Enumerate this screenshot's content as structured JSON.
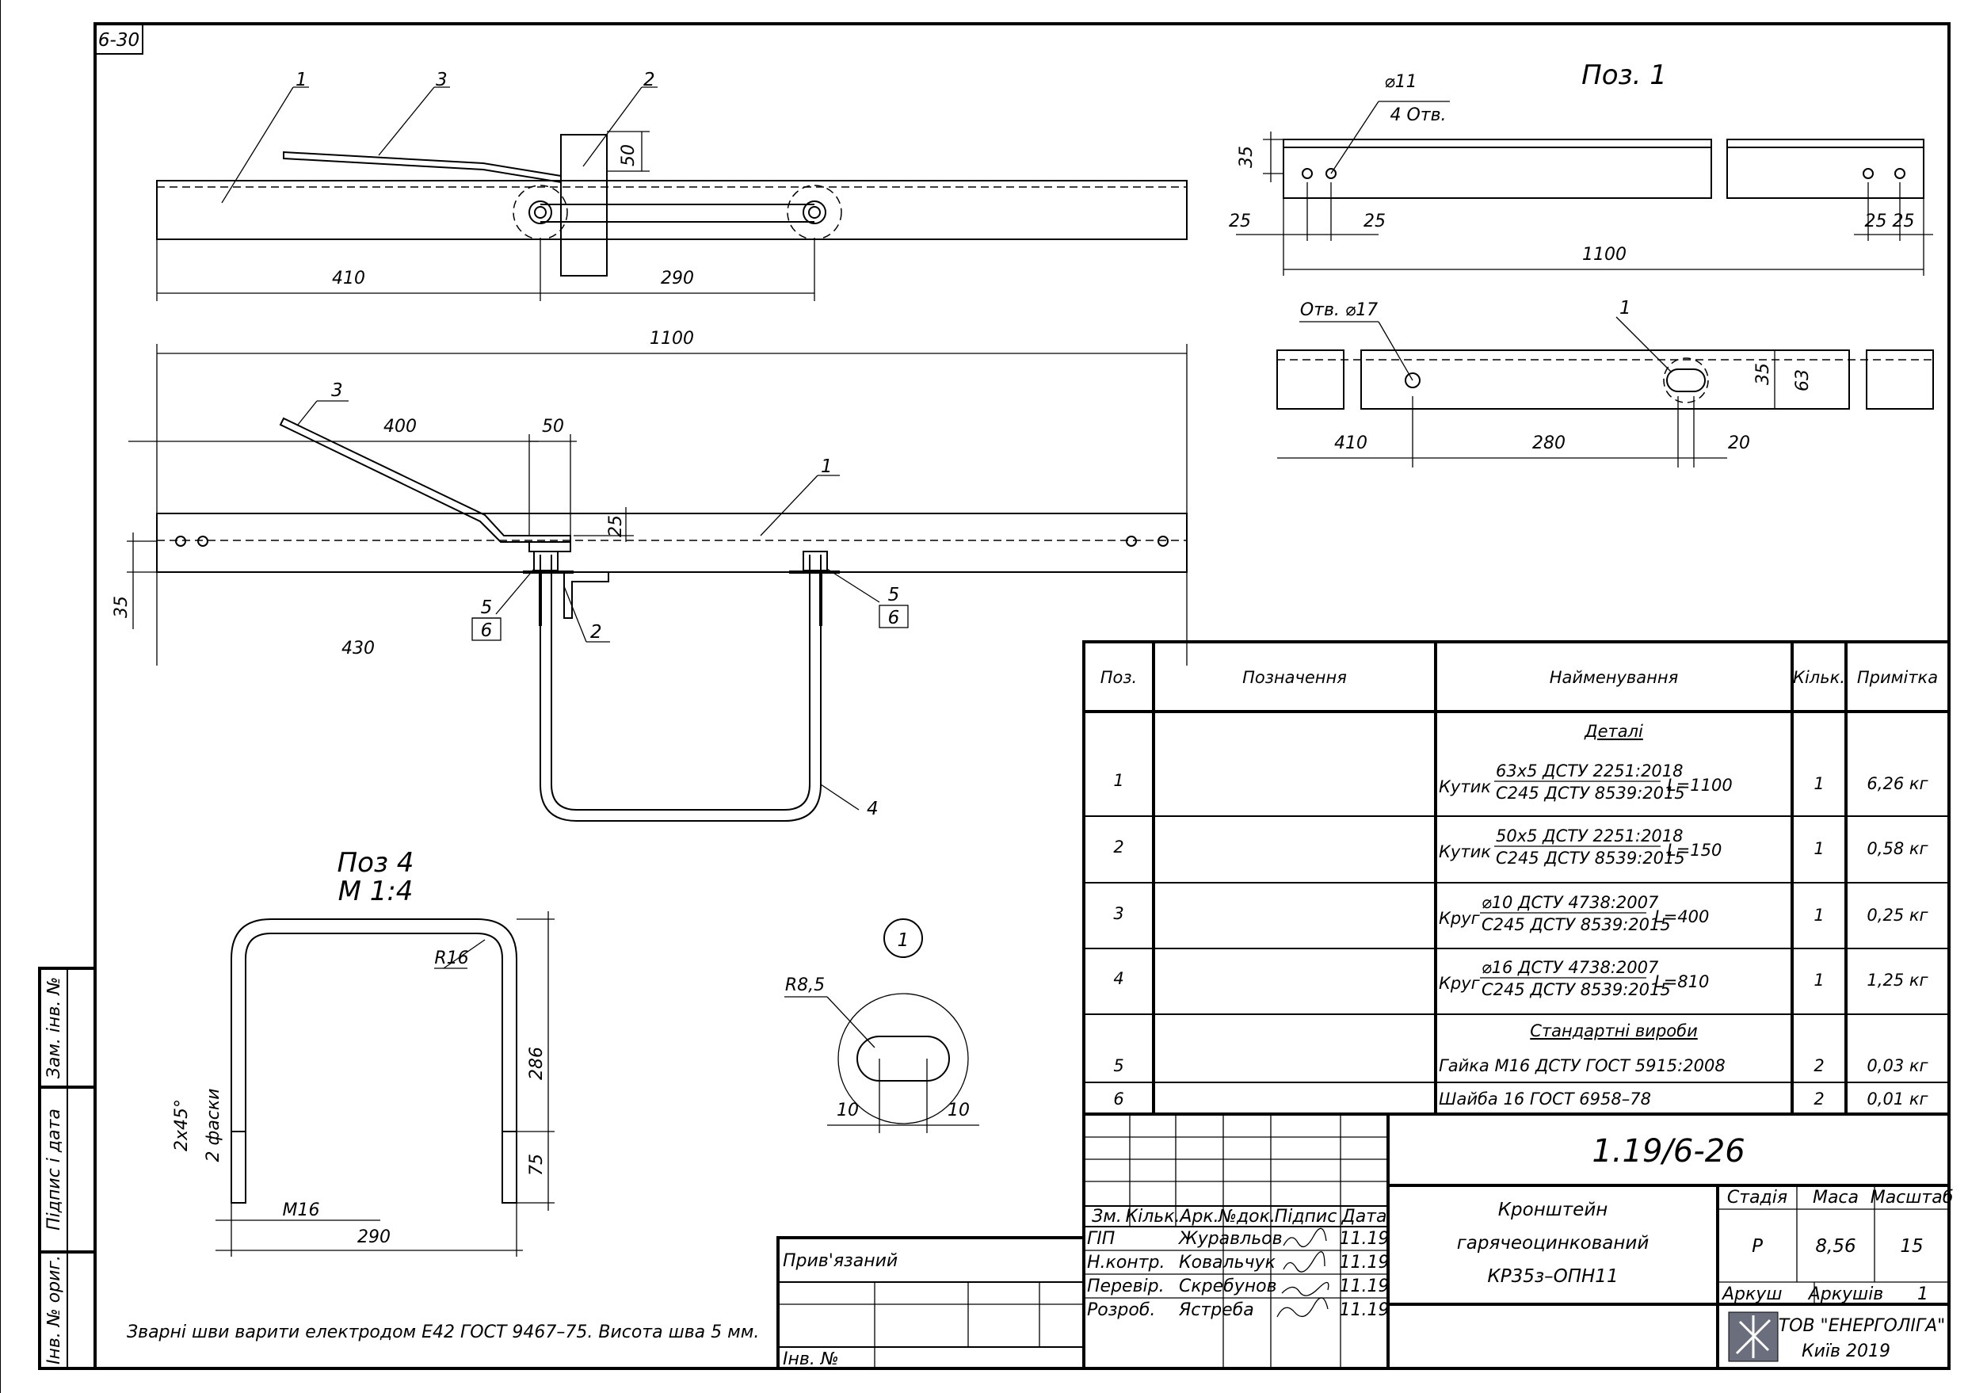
{
  "sheet": {
    "corner": "6-30"
  },
  "side_labels": [
    "Зам. інв. №",
    "Підпис і дата",
    "Інв. № ориг."
  ],
  "view_top": {
    "pos_1": "1",
    "pos_2": "2",
    "pos_3": "3",
    "d410": "410",
    "d290": "290",
    "d50": "50",
    "d1100": "1100"
  },
  "view_front": {
    "pos_1": "1",
    "pos_2": "2",
    "pos_3": "3",
    "pos_4": "4",
    "pos_5a": "5",
    "pos_6a": "6",
    "pos_5b": "5",
    "pos_6b": "6",
    "d400": "400",
    "d50": "50",
    "d25": "25",
    "d35": "35",
    "d430": "430"
  },
  "pos1": {
    "title": "Поз. 1",
    "hole": "⌀11",
    "hole_count": "4 Отв.",
    "d35": "35",
    "d25a": "25",
    "d25b": "25",
    "d25c": "25 25",
    "d1100": "1100",
    "hole17": "Отв. ⌀17",
    "pos": "1",
    "d410": "410",
    "d280": "280",
    "d20": "20",
    "d35b": "35",
    "d63": "63"
  },
  "pos4": {
    "title": "Поз 4",
    "scale": "М 1:4",
    "radius": "R16",
    "chamfer": "2х45°",
    "chamfer_count": "2 фаски",
    "d286": "286",
    "d75": "75",
    "thread": "М16",
    "d290": "290"
  },
  "detail": {
    "number": "1",
    "radius": "R8,5",
    "d10a": "10",
    "d10b": "10"
  },
  "note": "Зварні шви варити електродом Е42 ГОСТ 9467–75. Висота шва 5 мм.",
  "spec": {
    "headers": [
      "Поз.",
      "Позначення",
      "Найменування",
      "Кільк.",
      "Примітка"
    ],
    "section_parts": "Деталі",
    "section_std": "Стандартні вироби",
    "rows": [
      {
        "pos": "1",
        "prefix": "Кутик",
        "top": "63х5 ДСТУ 2251:2018",
        "bottom": "С245 ДСТУ 8539:2015",
        "len": "L=1100",
        "qty": "1",
        "note": "6,26 кг"
      },
      {
        "pos": "2",
        "prefix": "Кутик",
        "top": "50х5 ДСТУ 2251:2018",
        "bottom": "С245 ДСТУ 8539:2015",
        "len": "L=150",
        "qty": "1",
        "note": "0,58 кг"
      },
      {
        "pos": "3",
        "prefix": "Круг",
        "top": "⌀10 ДСТУ 4738:2007",
        "bottom": "С245 ДСТУ 8539:2015",
        "len": "L=400",
        "qty": "1",
        "note": "0,25 кг"
      },
      {
        "pos": "4",
        "prefix": "Круг",
        "top": "⌀16 ДСТУ 4738:2007",
        "bottom": "С245 ДСТУ 8539:2015",
        "len": "L=810",
        "qty": "1",
        "note": "1,25 кг"
      },
      {
        "pos": "5",
        "name": "Гайка М16 ДСТУ ГОСТ 5915:2008",
        "qty": "2",
        "note": "0,03 кг"
      },
      {
        "pos": "6",
        "name": "Шайба 16 ГОСТ 6958–78",
        "qty": "2",
        "note": "0,01 кг"
      }
    ]
  },
  "title_block": {
    "code": "1.19/6-26",
    "name_lines": [
      "Кронштейн",
      "гарячеоцинкований",
      "КР35з–ОПН11"
    ],
    "stage_label": "Стадія",
    "mass_label": "Маса",
    "scale_label": "Масштаб",
    "stage": "Р",
    "mass": "8,56",
    "scale": "15",
    "sheet_label": "Аркуш",
    "sheets_label": "Аркушів",
    "sheets": "1",
    "company": "ТОВ \"ЕНЕРГОЛІГА\"",
    "city_year": "Київ 2019",
    "col_headers": [
      "Зм.",
      "Кільк.",
      "Арк.",
      "№док.",
      "Підпис",
      "Дата"
    ],
    "staff": [
      {
        "role": "ГІП",
        "name": "Журавльов",
        "date": "11.19"
      },
      {
        "role": "Н.контр.",
        "name": "Ковальчук",
        "date": "11.19"
      },
      {
        "role": "Перевір.",
        "name": "Скребунов",
        "date": "11.19"
      },
      {
        "role": "Розроб.",
        "name": "Ястреба",
        "date": "11.19"
      }
    ],
    "bound_label": "Прив'язаний",
    "inv_label": "Інв. №"
  }
}
